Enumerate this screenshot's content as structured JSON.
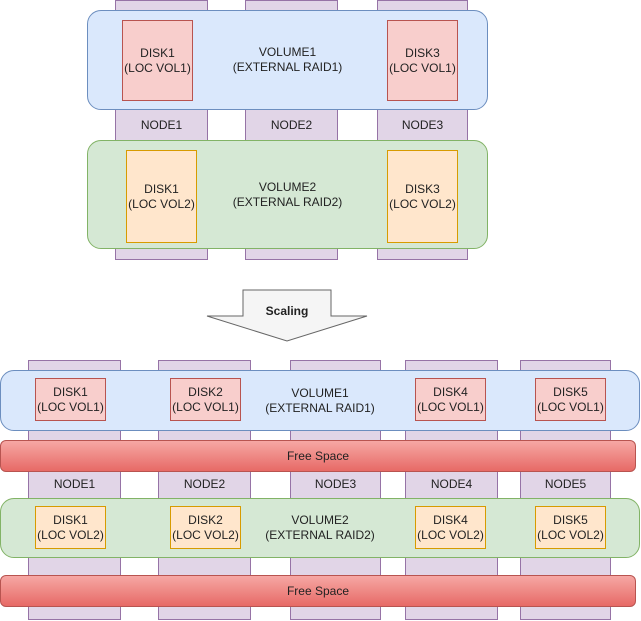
{
  "top": {
    "nodes": [
      "NODE1",
      "NODE2",
      "NODE3"
    ],
    "volume1": {
      "label": "VOLUME1\n(EXTERNAL RAID1)",
      "disks": [
        "DISK1\n(LOC VOL1)",
        "DISK3\n(LOC VOL1)"
      ]
    },
    "volume2": {
      "label": "VOLUME2\n(EXTERNAL RAID2)",
      "disks": [
        "DISK1\n(LOC VOL2)",
        "DISK3\n(LOC VOL2)"
      ]
    }
  },
  "arrow": {
    "label": "Scaling"
  },
  "bottom": {
    "nodes": [
      "NODE1",
      "NODE2",
      "NODE3",
      "NODE4",
      "NODE5"
    ],
    "volume1": {
      "label": "VOLUME1\n(EXTERNAL RAID1)",
      "disks": [
        "DISK1\n(LOC VOL1)",
        "DISK2\n(LOC VOL1)",
        "DISK4\n(LOC VOL1)",
        "DISK5\n(LOC VOL1)"
      ]
    },
    "free1": "Free Space",
    "volume2": {
      "label": "VOLUME2\n(EXTERNAL RAID2)",
      "disks": [
        "DISK1\n(LOC VOL2)",
        "DISK2\n(LOC VOL2)",
        "DISK4\n(LOC VOL2)",
        "DISK5\n(LOC VOL2)"
      ]
    },
    "free2": "Free Space"
  }
}
